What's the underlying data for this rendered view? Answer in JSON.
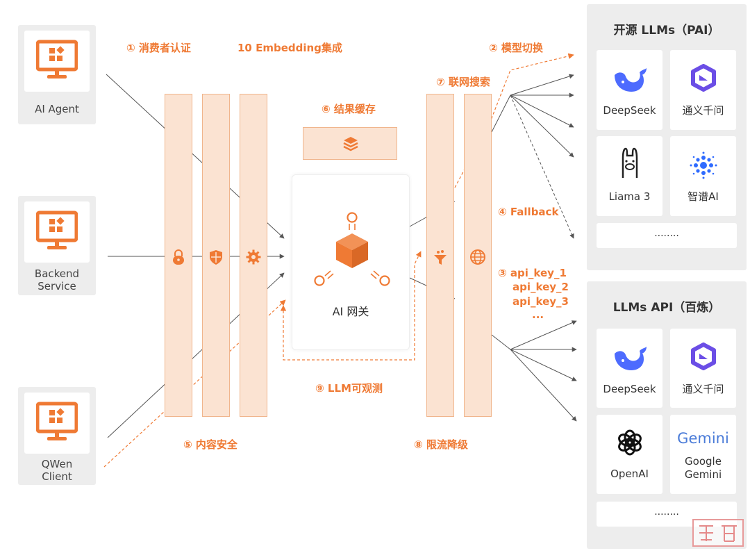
{
  "clients": [
    {
      "label": "AI Agent"
    },
    {
      "label": "Backend\nService"
    },
    {
      "label": "QWen\nClient"
    }
  ],
  "features": {
    "f1": "① 消费者认证",
    "f10": "10 Embedding集成",
    "f2": "② 模型切换",
    "f7": "⑦ 联网搜索",
    "f6": "⑥ 结果缓存",
    "f4": "④ Fallback",
    "f3": "③ api_key_1",
    "f3_keys": [
      "api_key_2",
      "api_key_3",
      "..."
    ],
    "f9": "⑨ LLM可观测",
    "f5": "⑤ 内容安全",
    "f8": "⑧ 限流降级"
  },
  "gateway": {
    "label": "AI 网关"
  },
  "panel_open": {
    "title": "开源 LLMs（PAI）",
    "models": [
      "DeepSeek",
      "通义千问",
      "Liama 3",
      "智谱AI"
    ],
    "more": "........"
  },
  "panel_api": {
    "title": "LLMs API（百炼）",
    "models": [
      "DeepSeek",
      "通义千问",
      "OpenAI",
      "Google\nGemini"
    ],
    "gemini_logo": "Gemini",
    "more": "........"
  },
  "colors": {
    "accent": "#ef7a34",
    "pillar": "#fbe3d2",
    "panel": "#ededed"
  }
}
